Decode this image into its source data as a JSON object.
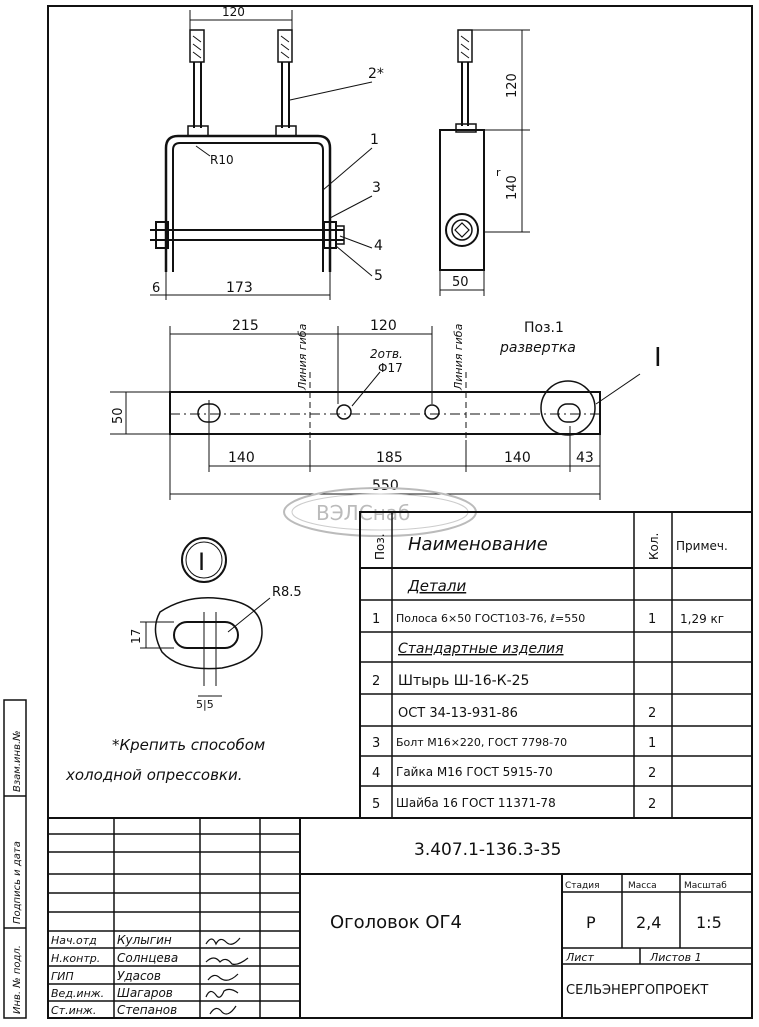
{
  "drawing": {
    "front": {
      "dim_width": "120",
      "dim_inner": "173",
      "dim_left": "6",
      "radius": "R10",
      "leaders": [
        "2*",
        "1",
        "3",
        "4",
        "5"
      ]
    },
    "side": {
      "dim_top": "120",
      "dim_height": "140",
      "dim_width": "50",
      "mark_r": "r"
    },
    "strip": {
      "dim_215": "215",
      "dim_120": "120",
      "dim_50": "50",
      "dims_bottom": [
        "140",
        "185",
        "140",
        "43"
      ],
      "dim_total": "550",
      "bend_line_1": "Линия гиба",
      "bend_line_2": "Линия гиба",
      "hole_label_1": "2отв.",
      "hole_label_2": "Φ17",
      "pos_label_1": "Поз.1",
      "pos_label_2": "развертка",
      "view_mark": "I"
    },
    "detail": {
      "mark": "I",
      "radius": "R8.5",
      "dim_17": "17",
      "dim_5": "5|5"
    },
    "note_1": "*Крепить способом",
    "note_2": "холодной опрессовки.",
    "watermark": "ВЭЛСнаб"
  },
  "spec": {
    "headers": {
      "pos": "Поз.",
      "name": "Наименование",
      "qty": "Кол.",
      "note": "Примеч."
    },
    "rows": [
      {
        "pos": "",
        "name": "Детали",
        "qty": "",
        "note": ""
      },
      {
        "pos": "1",
        "name": "Полоса 6×50 ГОСТ103-76, ℓ=550",
        "qty": "1",
        "note": "1,29 кг"
      },
      {
        "pos": "",
        "name": "Стандартные изделия",
        "qty": "",
        "note": ""
      },
      {
        "pos": "2",
        "name": "Штырь Ш-16-К-25",
        "qty": "",
        "note": ""
      },
      {
        "pos": "",
        "name": "ОСТ 34-13-931-86",
        "qty": "2",
        "note": ""
      },
      {
        "pos": "3",
        "name": "Болт М16×220, ГОСТ 7798-70",
        "qty": "1",
        "note": ""
      },
      {
        "pos": "4",
        "name": "Гайка М16 ГОСТ 5915-70",
        "qty": "2",
        "note": ""
      },
      {
        "pos": "5",
        "name": "Шайба 16 ГОСТ 11371-78",
        "qty": "2",
        "note": ""
      }
    ]
  },
  "titleblock": {
    "code": "3.407.1-136.3-35",
    "title": "Оголовок ОГ4",
    "stage_label": "Стадия",
    "mass_label": "Масса",
    "scale_label": "Масштаб",
    "stage": "Р",
    "mass": "2,4",
    "scale": "1:5",
    "sheet_label": "Лист",
    "sheets_label": "Листов 1",
    "org": "СЕЛЬЭНЕРГОПРОЕКТ",
    "signatures": [
      {
        "role": "Нач.отд",
        "name": "Кулыгин"
      },
      {
        "role": "Н.контр.",
        "name": "Солнцева"
      },
      {
        "role": "ГИП",
        "name": "Удасов"
      },
      {
        "role": "Вед.инж.",
        "name": "Шагаров"
      },
      {
        "role": "Ст.инж.",
        "name": "Степанов"
      }
    ]
  },
  "sidebar": {
    "inv_orig": "Инв. № подл.",
    "sign_date": "Подпись и дата",
    "inv_repl": "Взам.инв.№"
  }
}
